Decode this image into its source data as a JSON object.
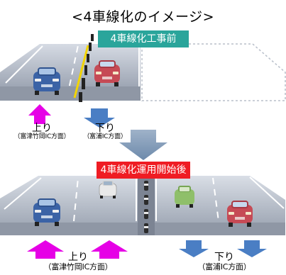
{
  "title": "<4車線化のイメージ>",
  "before": {
    "badge": "4車線化工事前",
    "up_label": "上り",
    "up_sub": "（富津竹岡IC方面）",
    "down_label": "下り",
    "down_sub": "（富浦IC方面）"
  },
  "after": {
    "badge": "4車線化運用開始後",
    "up_label": "上り",
    "up_sub": "（富津竹岡IC方面）",
    "down_label": "下り",
    "down_sub": "（富浦IC方面）"
  },
  "colors": {
    "up_arrow": "#e600e6",
    "down_arrow": "#4a7ec4",
    "badge_before": "#2aa59b",
    "badge_after": "#ef1c23"
  }
}
